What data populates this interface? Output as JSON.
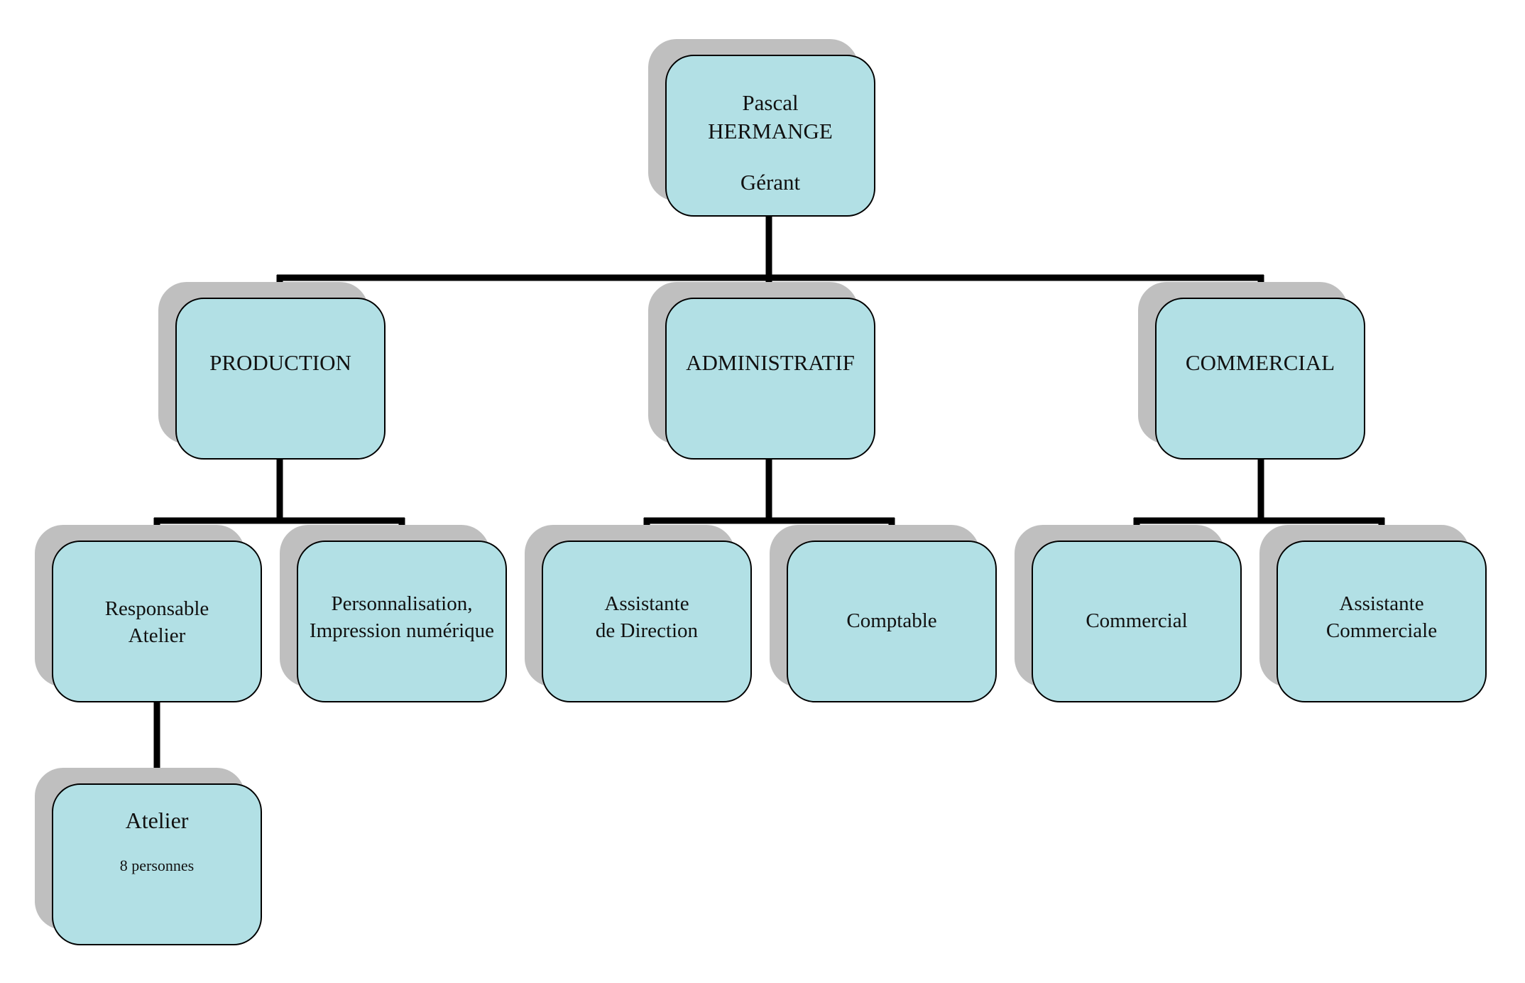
{
  "orgchart": {
    "root": {
      "name_line1": "Pascal",
      "name_line2": "HERMANGE",
      "role": "Gérant"
    },
    "departments": {
      "production": "PRODUCTION",
      "administratif": "ADMINISTRATIF",
      "commercial": "COMMERCIAL"
    },
    "production_children": {
      "responsable": "Responsable\nAtelier",
      "personnalisation": "Personnalisation,\nImpression numérique"
    },
    "administratif_children": {
      "assistante_direction": "Assistante\nde Direction",
      "comptable": "Comptable"
    },
    "commercial_children": {
      "commercial": "Commercial",
      "assistante_commerciale": "Assistante\nCommerciale"
    },
    "atelier": {
      "title": "Atelier",
      "subtitle": "8 personnes"
    }
  },
  "colors": {
    "box_fill": "#b2e0e5",
    "box_border": "#000000",
    "shadow": "#bfbfbf",
    "connector": "#000000"
  }
}
